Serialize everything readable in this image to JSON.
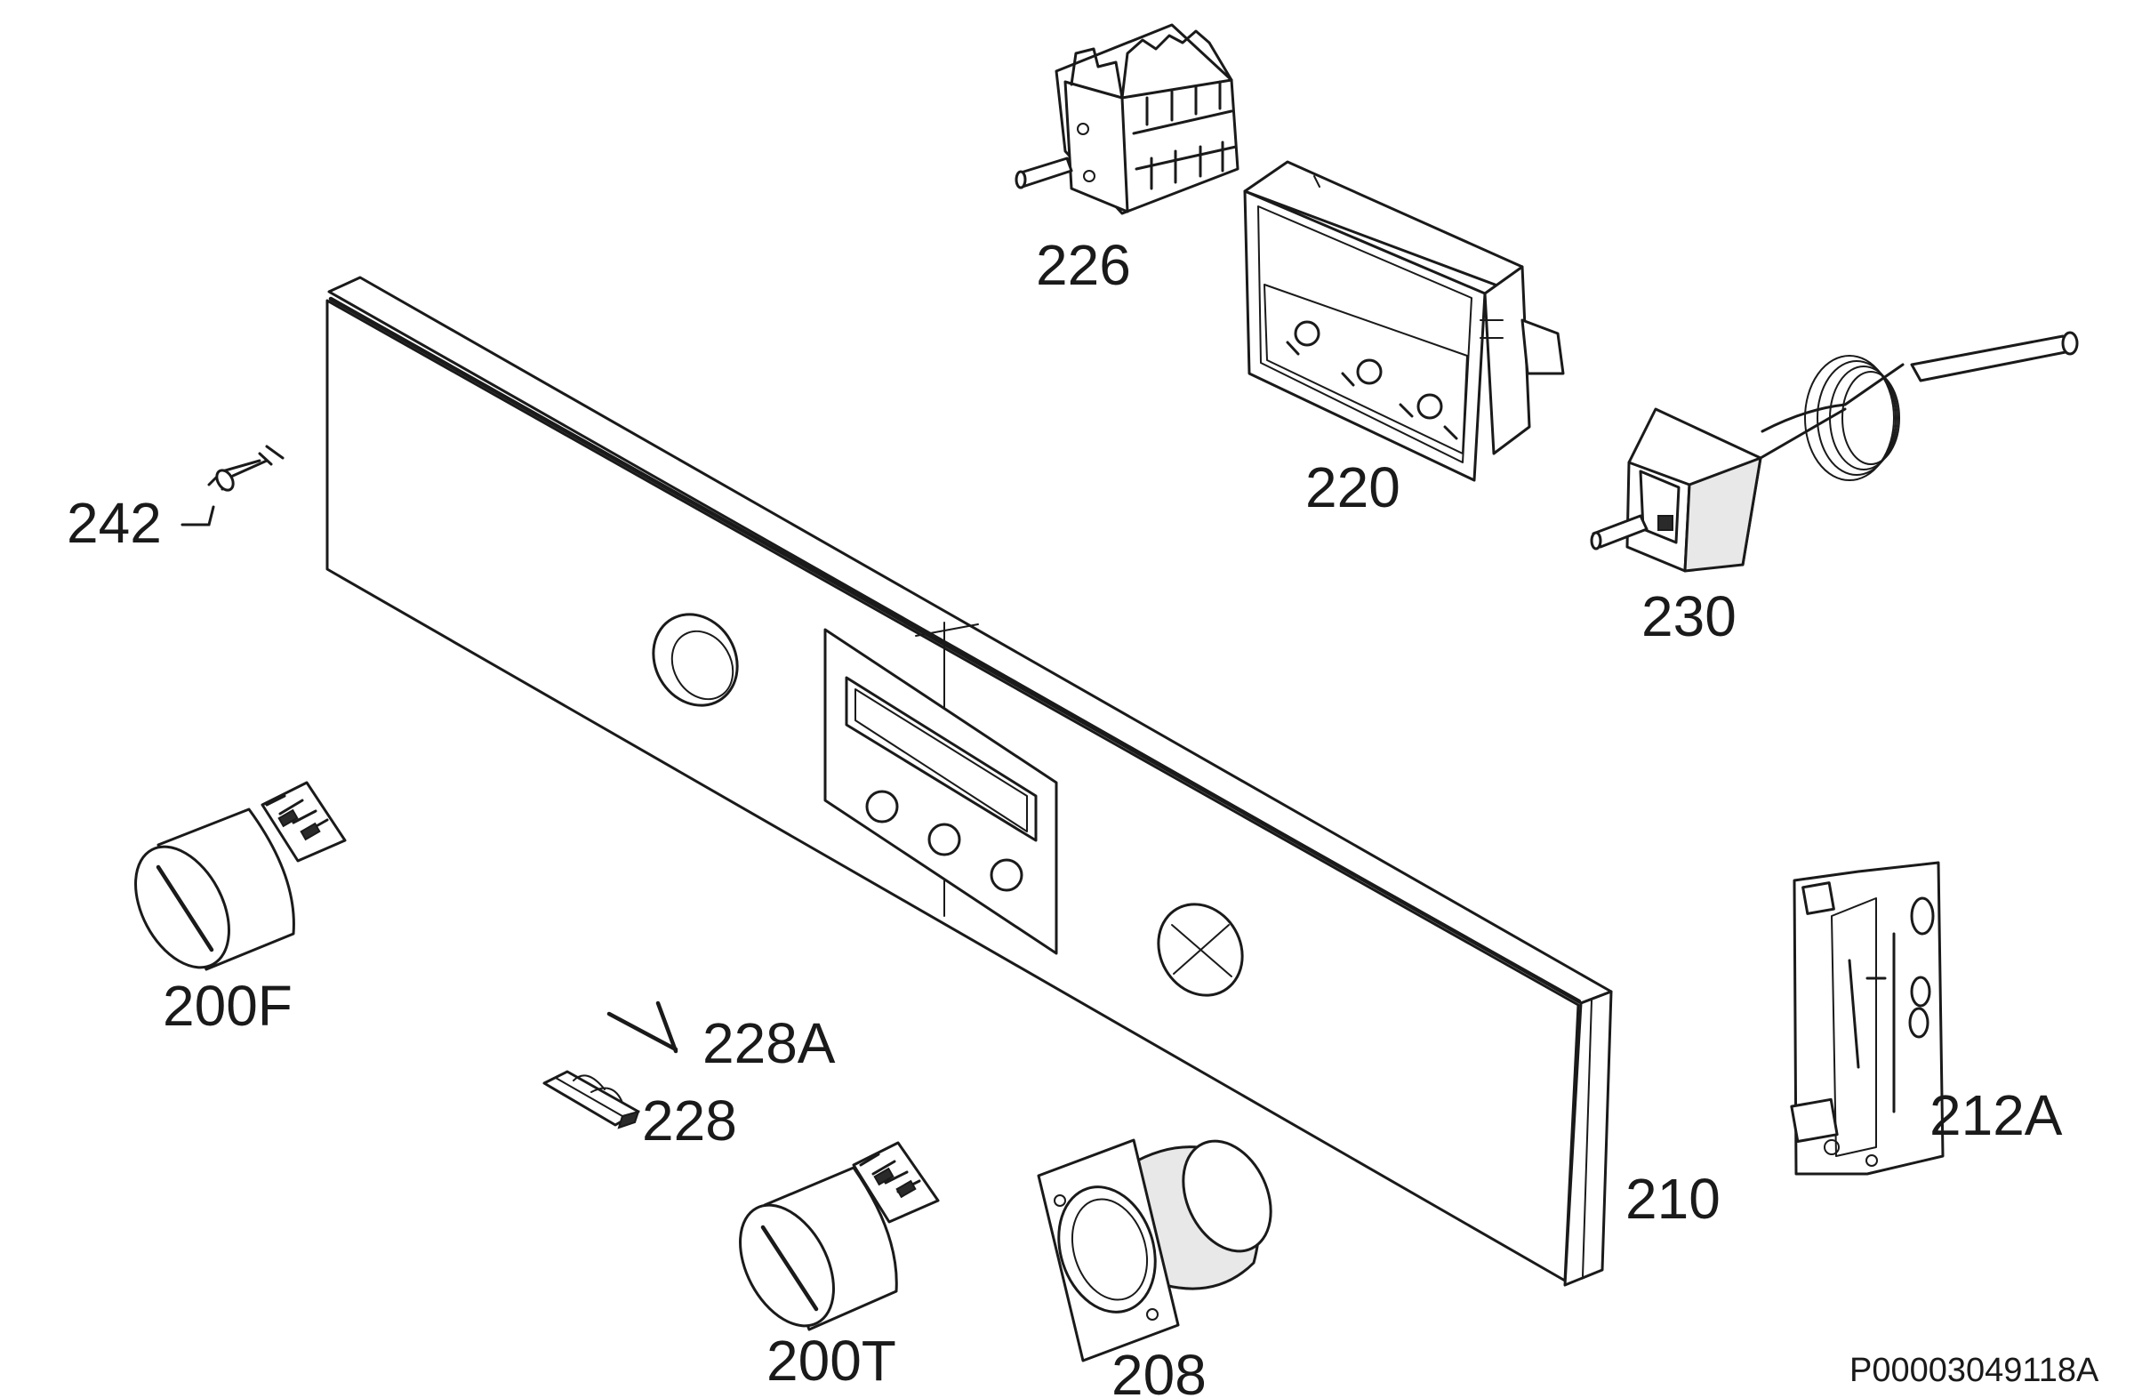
{
  "labels": {
    "control_panel": "210",
    "knob_function": "200F",
    "knob_temperature": "200T",
    "light_bulb": "208",
    "spring_228a": "228A",
    "clip_228": "228",
    "timer_module": "220",
    "function_selector": "226",
    "thermostat": "230",
    "bracket": "212A",
    "screw": "242"
  },
  "drawing_number": "P00003049118A"
}
